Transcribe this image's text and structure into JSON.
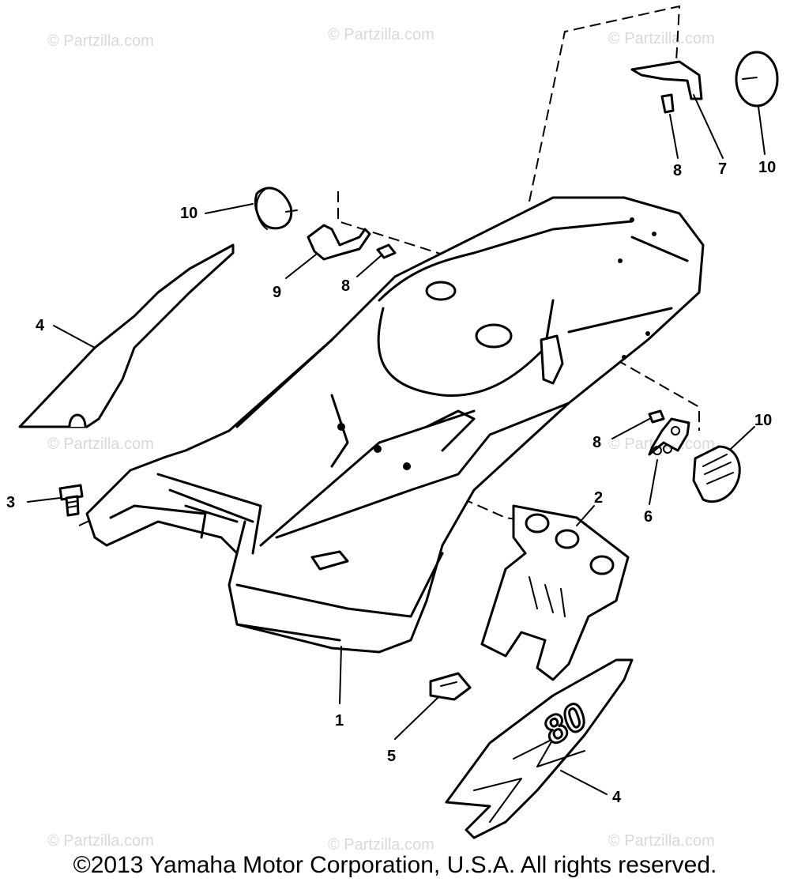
{
  "watermark": "© Partzilla.com",
  "copyright": "©2013 Yamaha Motor Corporation, U.S.A. All rights reserved.",
  "callouts": {
    "c1": "1",
    "c2": "2",
    "c3": "3",
    "c4a": "4",
    "c4b": "4",
    "c5": "5",
    "c6": "6",
    "c7": "7",
    "c8a": "8",
    "c8b": "8",
    "c8c": "8",
    "c9": "9",
    "c10a": "10",
    "c10b": "10",
    "c10c": "10"
  },
  "emblem_text": "80"
}
